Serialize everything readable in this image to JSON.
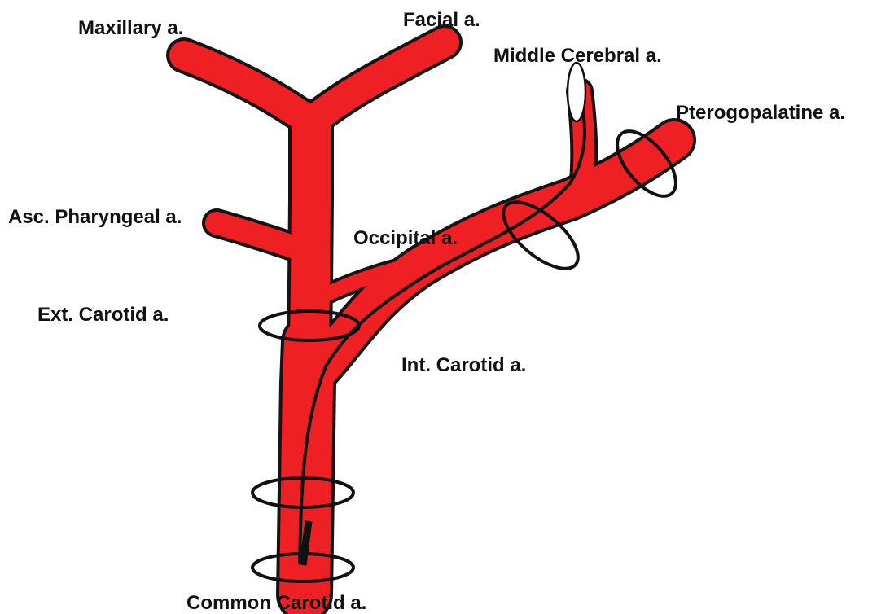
{
  "diagram": {
    "colors": {
      "vessel": "#ee2024",
      "outline": "#141414",
      "background": "#ffffff"
    },
    "labels": {
      "maxillary": "Maxillary a.",
      "facial": "Facial a.",
      "middle_cerebral": "Middle Cerebral a.",
      "pterogopalatine": "Pterogopalatine a.",
      "asc_pharyngeal": "Asc. Pharyngeal a.",
      "occipital": "Occipital a.",
      "ext_carotid": "Ext. Carotid a.",
      "int_carotid": "Int. Carotid a.",
      "common_carotid": "Common Carotid a."
    }
  }
}
